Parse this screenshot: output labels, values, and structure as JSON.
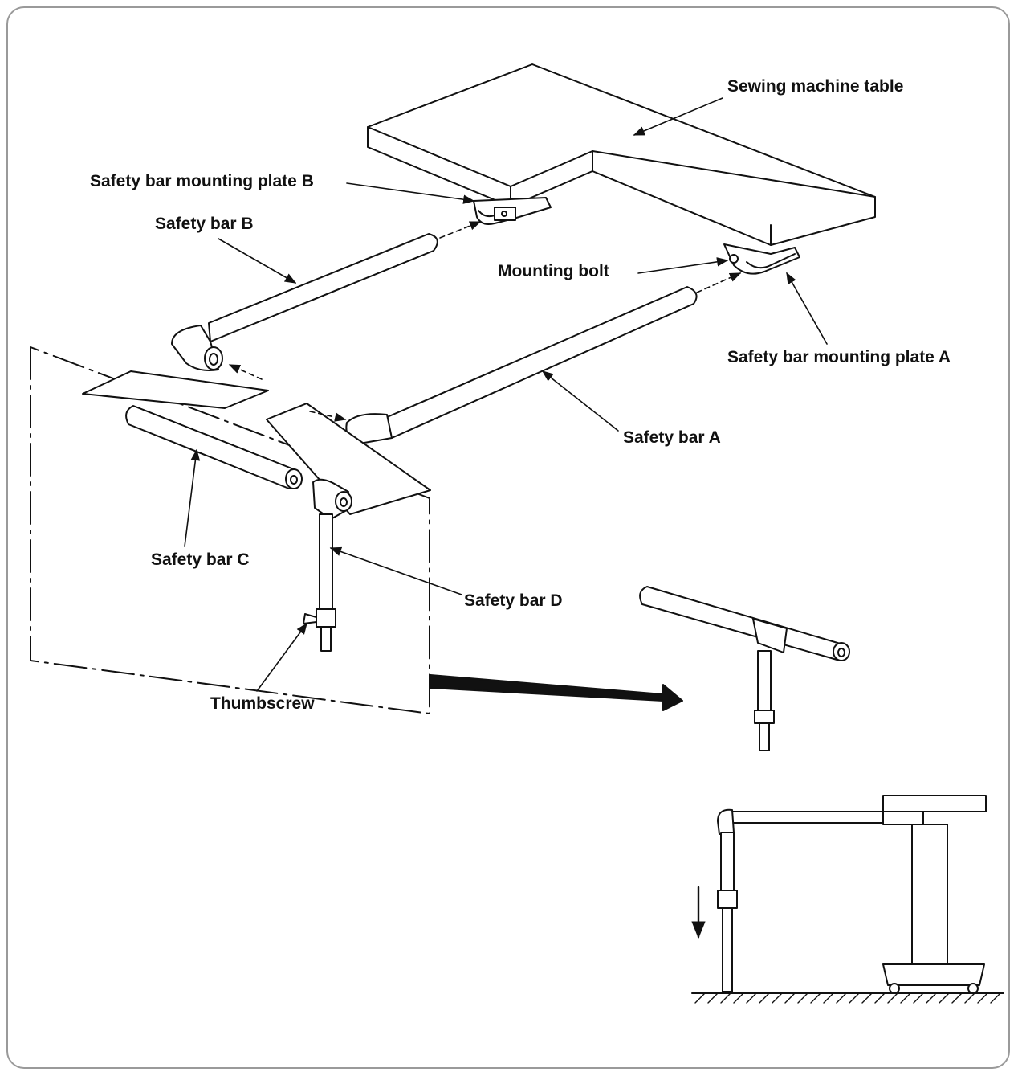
{
  "labels": {
    "table": "Sewing machine table",
    "plate_b": "Safety bar mounting plate B",
    "bar_b": "Safety bar B",
    "mounting_bolt": "Mounting bolt",
    "plate_a": "Safety bar mounting plate A",
    "bar_a": "Safety bar A",
    "bar_c": "Safety bar C",
    "bar_d": "Safety bar D",
    "thumbscrew": "Thumbscrew"
  },
  "colors": {
    "line": "#111111",
    "frame": "#9a9a9a",
    "background": "#ffffff"
  }
}
